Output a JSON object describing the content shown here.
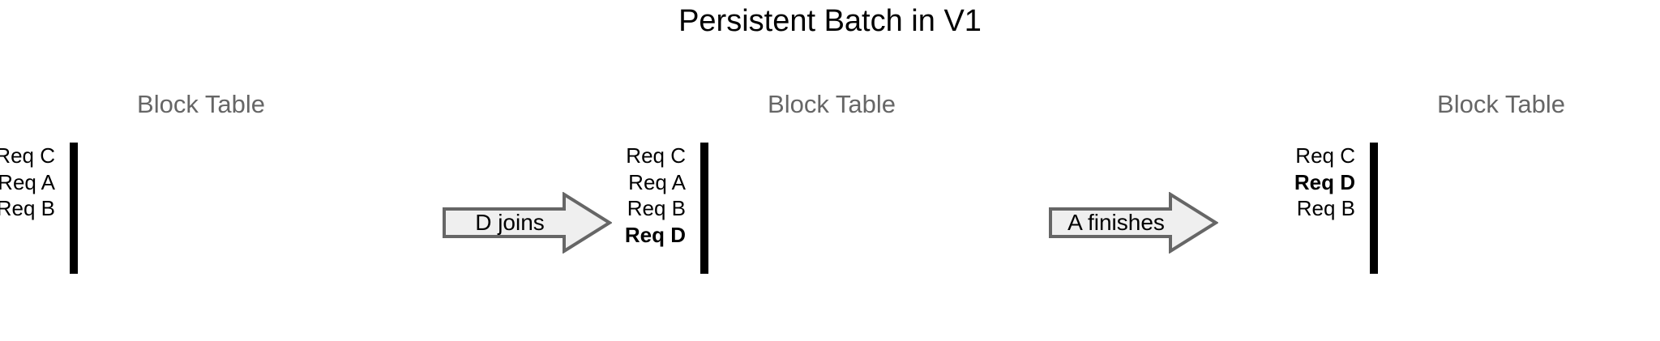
{
  "page": {
    "title": "Persistent Batch in V1",
    "background_color": "#ffffff"
  },
  "colors": {
    "green": "#d5e8d4",
    "pink": "#f8cecc",
    "yellow": "#ffeec9",
    "blue": "#dae8fc",
    "empty": "#ffffff",
    "cell_border": "#000000",
    "title_gray": "#666666",
    "arrow_fill": "#efefef",
    "arrow_stroke": "#666666"
  },
  "panels": [
    {
      "title": "Block Table",
      "columns": 4,
      "rows": [
        {
          "label": "Req C",
          "bold": false,
          "color": "green"
        },
        {
          "label": "Req A",
          "bold": false,
          "color": "pink"
        },
        {
          "label": "Req B",
          "bold": false,
          "color": "yellow"
        },
        {
          "label": "",
          "bold": false,
          "color": "empty"
        },
        {
          "label": "",
          "bold": false,
          "color": "empty"
        }
      ]
    },
    {
      "title": "Block Table",
      "columns": 4,
      "rows": [
        {
          "label": "Req C",
          "bold": false,
          "color": "green"
        },
        {
          "label": "Req A",
          "bold": false,
          "color": "pink"
        },
        {
          "label": "Req B",
          "bold": false,
          "color": "yellow"
        },
        {
          "label": "Req D",
          "bold": true,
          "color": "blue"
        },
        {
          "label": "",
          "bold": false,
          "color": "empty"
        }
      ]
    },
    {
      "title": "Block Table",
      "columns": 4,
      "rows": [
        {
          "label": "Req C",
          "bold": false,
          "color": "green"
        },
        {
          "label": "Req D",
          "bold": true,
          "color": "blue"
        },
        {
          "label": "Req B",
          "bold": false,
          "color": "yellow"
        },
        {
          "label": "",
          "bold": false,
          "color": "empty"
        },
        {
          "label": "",
          "bold": false,
          "color": "empty"
        }
      ]
    }
  ],
  "arrows": [
    {
      "label": "D joins"
    },
    {
      "label": "A finishes"
    }
  ]
}
